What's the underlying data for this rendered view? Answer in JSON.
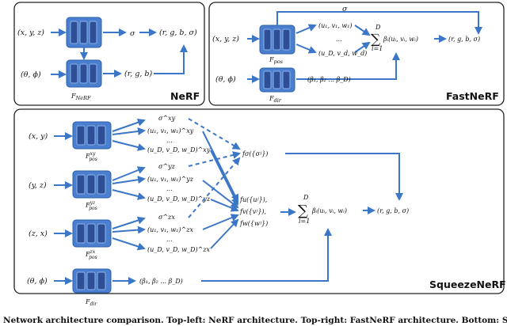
{
  "colors": {
    "arrow": "#3b76c7",
    "mlp": "#4a7fd0",
    "mlp_inner": "#2e4f96",
    "border": "#222222"
  },
  "nerf": {
    "title": "NeRF",
    "input_xyz": "(x, y, z)",
    "input_dir": "(θ, ϕ)",
    "sigma": "σ",
    "out_rgbs": "(r, g, b, σ)",
    "out_rgb": "(r, g, b)",
    "mlp_label": "F_NeRF"
  },
  "fastnerf": {
    "title": "FastNeRF",
    "input_xyz": "(x, y, z)",
    "input_dir": "(θ, ϕ)",
    "sigma": "σ",
    "uvw1": "(u₁, v₁, w₁)",
    "dots": "...",
    "uvwd": "(u_D, v_d, w_d)",
    "sum_top": "D",
    "sum_sym": "∑",
    "sum_bot": "i=1",
    "sum_expr": "βᵢ(uᵢ, vᵢ, wᵢ)",
    "out": "(r, g, b, σ)",
    "betas": "(β₁, β₂ ... β_D)",
    "pos_label": "F_pos",
    "dir_label": "F_dir"
  },
  "squeezenerf": {
    "title": "SqueezeNeRF",
    "inputs": [
      "(x, y)",
      "(y, z)",
      "(z, x)",
      "(θ, ϕ)"
    ],
    "mlp_labels": [
      "F_pos^xy",
      "F_pos^yz",
      "F_pos^zx",
      "F_dir"
    ],
    "sigmas": [
      "σ^xy",
      "σ^yz",
      "σ^zx"
    ],
    "uvw1": [
      "(u₁, v₁, w₁)^xy",
      "(u₁, v₁, w₁)^yz",
      "(u₁, v₁, w₁)^zx"
    ],
    "uvwD": [
      "(u_D, v_D, w_D)^xy",
      "(u_D, v_D, w_D)^yz",
      "(u_D, v_D, w_D)^zx"
    ],
    "dots": "...",
    "f_sigma": "fσ({σʲ})",
    "f_u": "fu({uʲ}),",
    "f_v": "fv({vʲ}),",
    "f_w": "fw({wʲ})",
    "sum_top": "D",
    "sum_sym": "∑",
    "sum_bot": "i=1",
    "sum_expr": "βᵢ(uᵢ, vᵢ, wᵢ)",
    "out": "(r, g, b, σ)",
    "betas": "(β₁, β₂ ... β_D)"
  },
  "caption": "Network architecture comparison. Top-left: NeRF architecture. Top-right: FastNeRF architecture. Bottom: SqueezeNeRF architecture."
}
